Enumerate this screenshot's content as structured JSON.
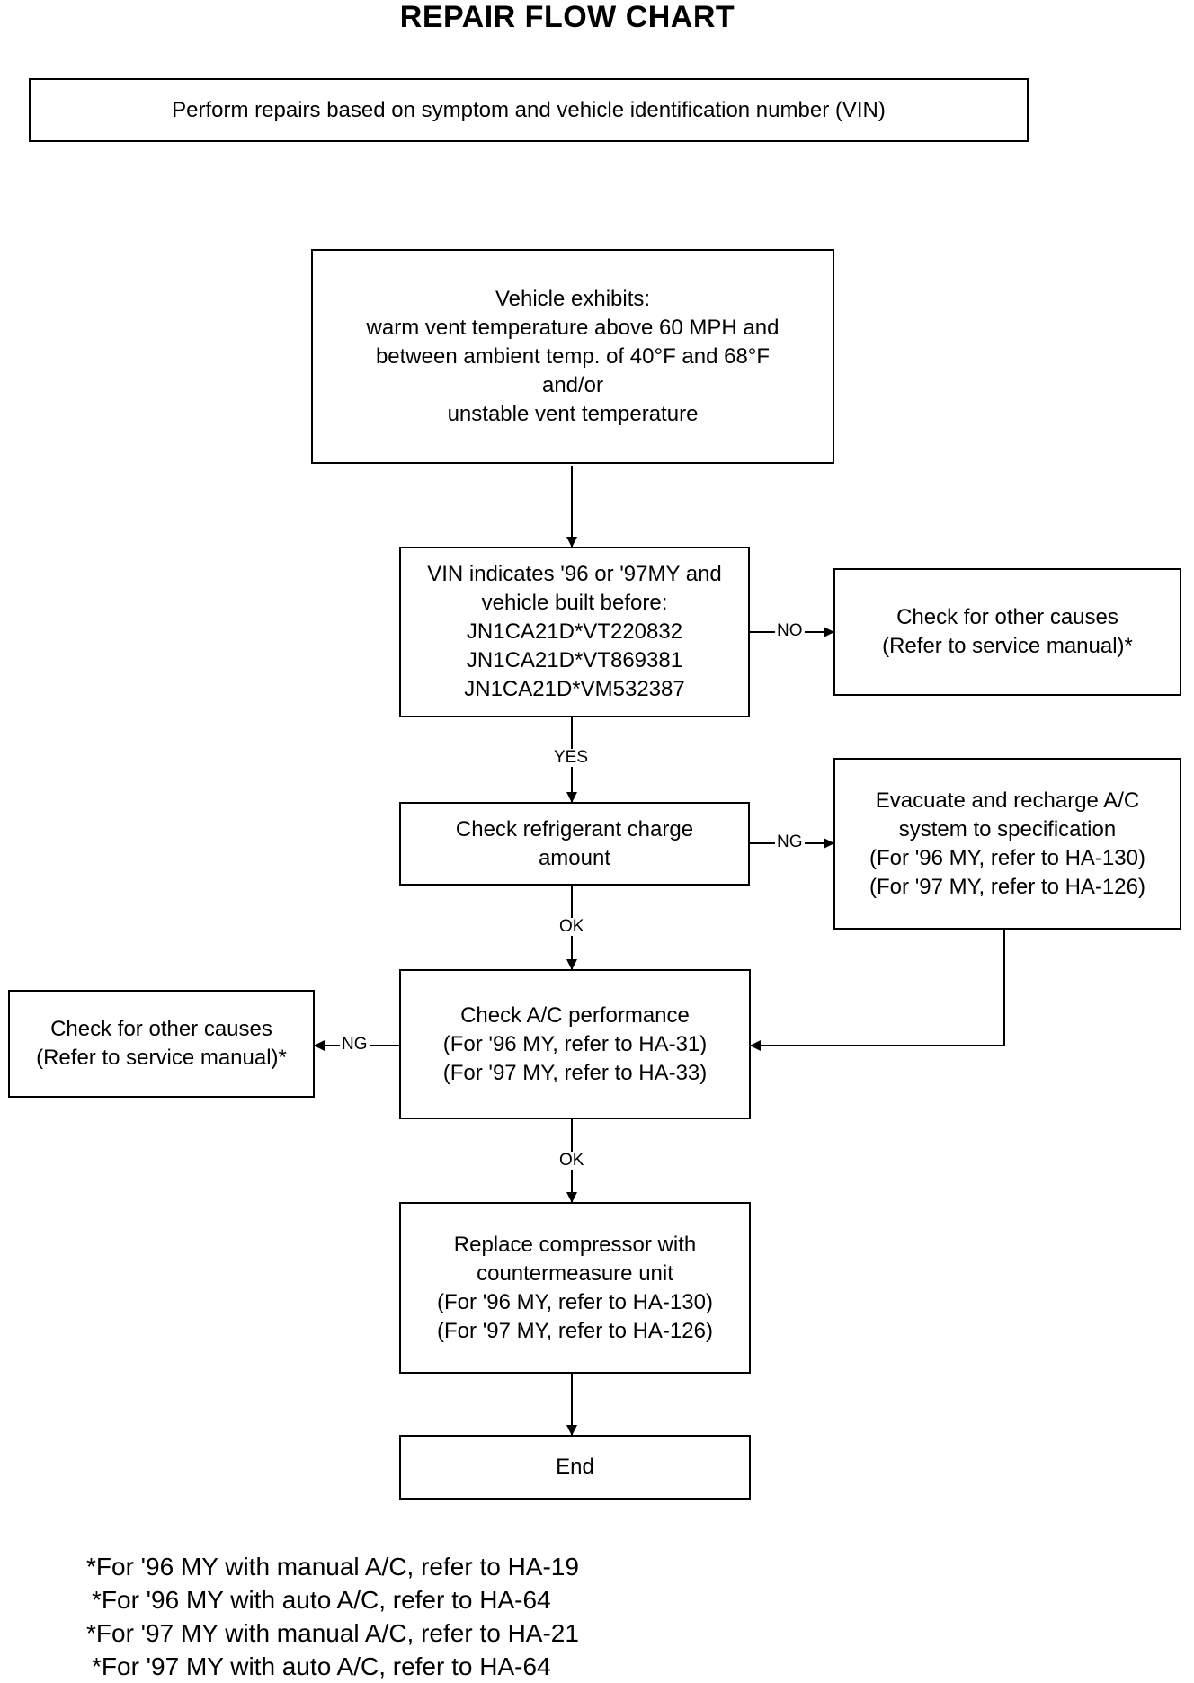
{
  "title": "REPAIR FLOW CHART",
  "nodes": {
    "perform": "Perform repairs based on symptom and vehicle identification number (VIN)",
    "exhibits": [
      "Vehicle exhibits:",
      "warm vent temperature above 60 MPH and",
      "between ambient temp. of 40°F and 68°F",
      "and/or",
      "unstable vent temperature"
    ],
    "vin": [
      "VIN indicates '96 or '97MY and",
      "vehicle built before:",
      "JN1CA21D*VT220832",
      "JN1CA21D*VT869381",
      "JN1CA21D*VM532387"
    ],
    "other_causes_right": [
      "Check for other causes",
      "(Refer to service manual)*"
    ],
    "refrigerant": [
      "Check refrigerant charge",
      "amount"
    ],
    "evacuate": [
      "Evacuate and recharge A/C",
      "system to specification",
      "(For '96 MY, refer to HA-130)",
      "(For '97 MY, refer to HA-126)"
    ],
    "performance": [
      "Check A/C performance",
      "(For '96 MY, refer to HA-31)",
      "(For '97 MY, refer to HA-33)"
    ],
    "other_causes_left": [
      "Check for other causes",
      "(Refer to service manual)*"
    ],
    "replace": [
      "Replace compressor with",
      "countermeasure unit",
      "(For '96 MY, refer to HA-130)",
      "(For '97 MY, refer to HA-126)"
    ],
    "end": "End"
  },
  "edge_labels": {
    "no": "NO",
    "yes": "YES",
    "ng_refrigerant": "NG",
    "ok_refrigerant": "OK",
    "ng_performance": "NG",
    "ok_performance": "OK"
  },
  "footnotes": [
    "*For '96 MY with manual A/C, refer to HA-19",
    "*For '96 MY with auto A/C, refer to HA-64",
    "*For '97 MY with manual A/C, refer to HA-21",
    "*For '97 MY with auto A/C, refer to HA-64"
  ]
}
